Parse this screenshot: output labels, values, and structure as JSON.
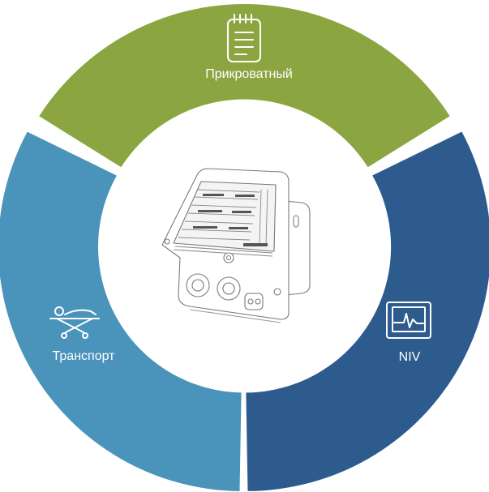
{
  "segments": [
    {
      "id": "bedside",
      "label": "Прикроватный",
      "icon": "clipboard-icon",
      "color": "#8ba541"
    },
    {
      "id": "niv",
      "label": "NIV",
      "icon": "monitor-waveform-icon",
      "color": "#2e5b8e"
    },
    {
      "id": "transport",
      "label": "Транспорт",
      "icon": "stretcher-icon",
      "color": "#4a93ba"
    }
  ],
  "center": {
    "image": "ventilator-device-illustration"
  }
}
